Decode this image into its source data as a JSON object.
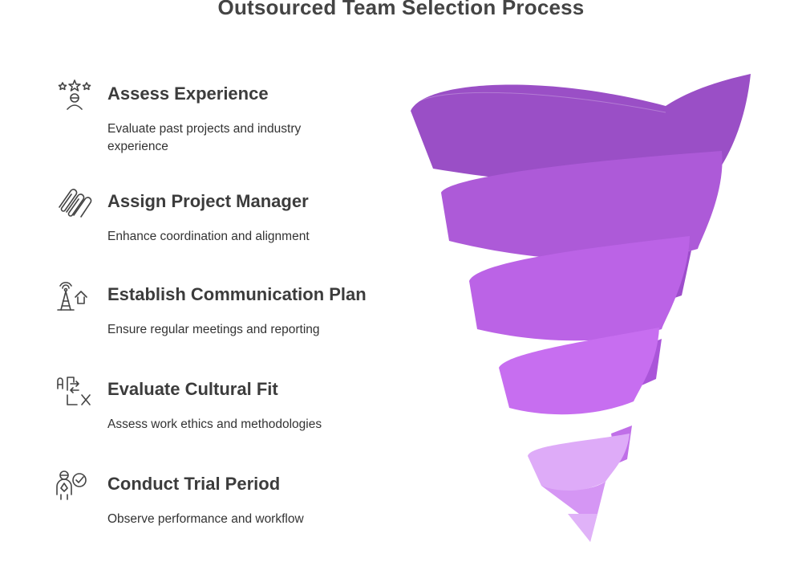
{
  "title": "Outsourced Team Selection Process",
  "steps": [
    {
      "heading": "Assess Experience",
      "description": "Evaluate past projects and industry experience",
      "icon": "stars-person-icon"
    },
    {
      "heading": "Assign Project Manager",
      "description": "Enhance coordination and alignment",
      "icon": "paperclips-icon"
    },
    {
      "heading": "Establish Communication Plan",
      "description": "Ensure regular meetings and reporting",
      "icon": "antenna-tower-icon"
    },
    {
      "heading": "Evaluate Cultural Fit",
      "description": "Assess work ethics and methodologies",
      "icon": "translate-icon"
    },
    {
      "heading": "Conduct Trial Period",
      "description": "Observe performance and workflow",
      "icon": "person-check-icon"
    }
  ],
  "colors": {
    "band1": "#9a4fc6",
    "band2": "#ad5ad8",
    "band3": "#bb63e6",
    "band4": "#c76ef0",
    "band5": "#deabf8",
    "back": "#8c40b8"
  }
}
